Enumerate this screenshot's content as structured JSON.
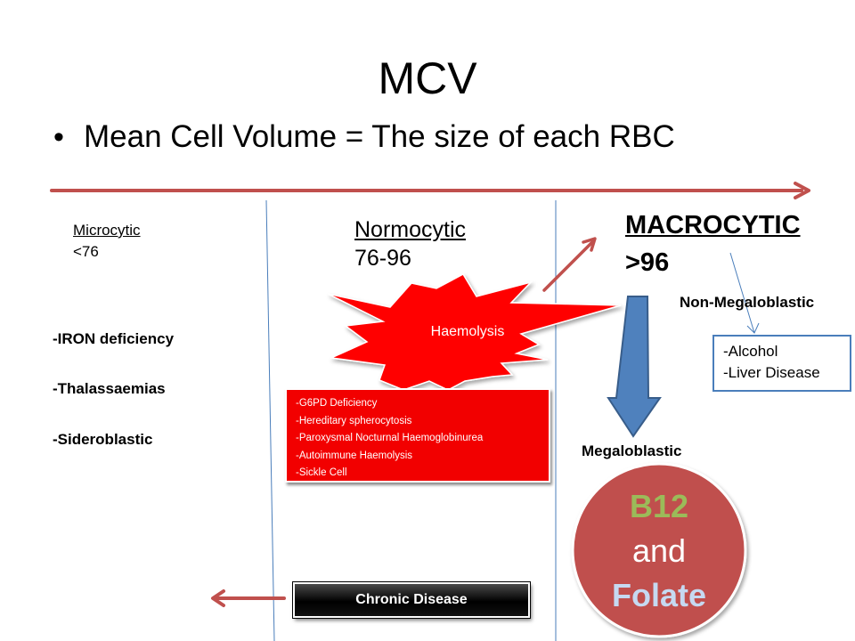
{
  "slide": {
    "title": "MCV",
    "bullet_symbol": "•",
    "bullet": "Mean Cell Volume = The size of each RBC"
  },
  "microcytic": {
    "label": "Microcytic",
    "range": "<76",
    "causes": [
      "-IRON deficiency",
      "-Thalassaemias",
      "-Sideroblastic"
    ]
  },
  "normocytic": {
    "label": "Normocytic",
    "range": "76-96",
    "burst_label": "Haemolysis",
    "haemolysis_causes": [
      "-G6PD Deficiency",
      "-Hereditary spherocytosis",
      "-Paroxysmal Nocturnal Haemoglobinurea",
      "-Autoimmune Haemolysis",
      "-Sickle Cell"
    ],
    "chronic_label": "Chronic Disease"
  },
  "macrocytic": {
    "label": "MACROCYTIC",
    "range": ">96",
    "non_megaloblastic_label": "Non-Megaloblastic",
    "non_megaloblastic_causes": [
      "-Alcohol",
      "-Liver Disease"
    ],
    "megaloblastic_label": "Megaloblastic",
    "circle": {
      "line1": "B12",
      "line2": "and",
      "line3": "Folate"
    }
  },
  "colors": {
    "arrow_red": "#c0504d",
    "burst_red": "#ff0000",
    "divider_blue": "#4a7ebb",
    "down_arrow_blue": "#4f81bd",
    "circle_fill": "#c0504d",
    "b12_green": "#9bbb59",
    "folate_blue": "#c6d9f1"
  }
}
